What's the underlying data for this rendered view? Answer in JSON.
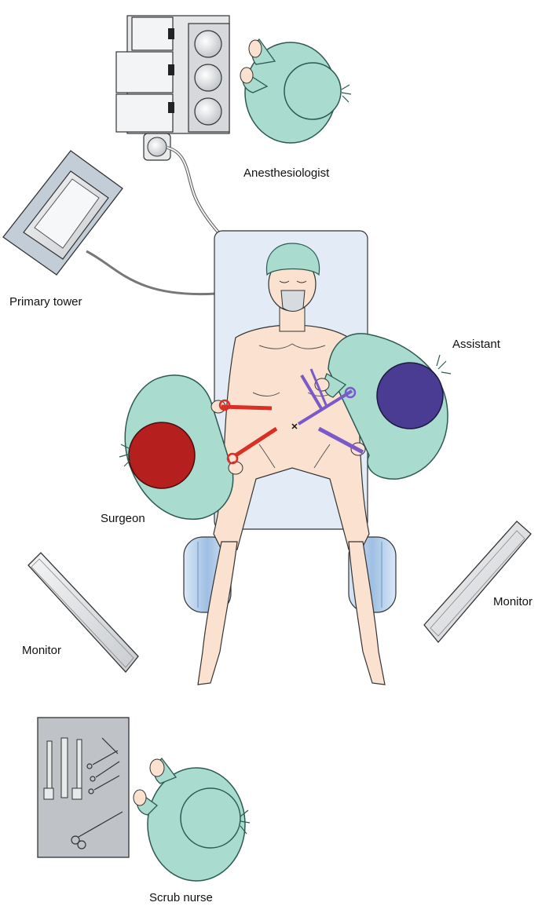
{
  "labels": {
    "anesthesiologist": "Anesthesiologist",
    "primary_tower": "Primary tower",
    "assistant": "Assistant",
    "surgeon": "Surgeon",
    "monitor_left": "Monitor",
    "monitor_right": "Monitor",
    "scrub_nurse": "Scrub nurse"
  },
  "colors": {
    "gown": "#a9dccf",
    "gown_stroke": "#2c5a52",
    "skin": "#fbe1cf",
    "table": "#e3ecf6",
    "surgeon_cap": "#b51f1d",
    "assistant_cap": "#4a3c92",
    "surgeon_instrument": "#d92f24",
    "assistant_instrument": "#7a5ac9",
    "equipment": "#e4e6e8"
  }
}
